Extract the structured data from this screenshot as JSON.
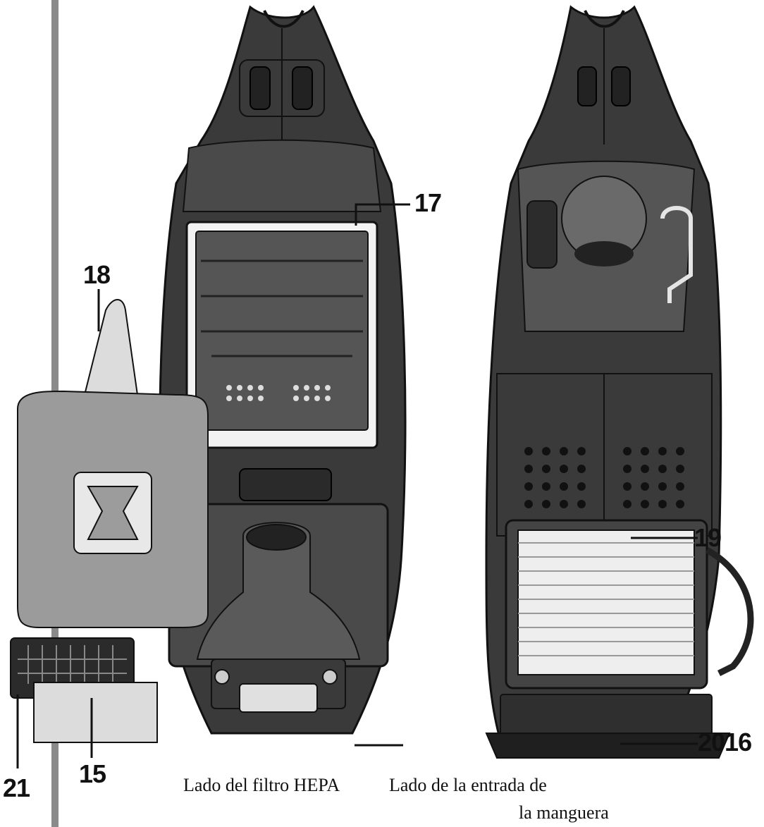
{
  "colors": {
    "body_dark": "#3a3a3a",
    "body_mid": "#555555",
    "body_light": "#7a7a7a",
    "bag_gray": "#9b9b9b",
    "panel_light": "#e8e8e8",
    "text": "#111111"
  },
  "callouts": {
    "c15": "15",
    "c17": "17",
    "c18": "18",
    "c19": "19",
    "c20": "20",
    "c16": "16",
    "c21": "21"
  },
  "captions": {
    "hepa_side": "Lado del filtro HEPA",
    "hose_side_line1": "Lado de la entrada de",
    "hose_side_line2": "la manguera"
  }
}
